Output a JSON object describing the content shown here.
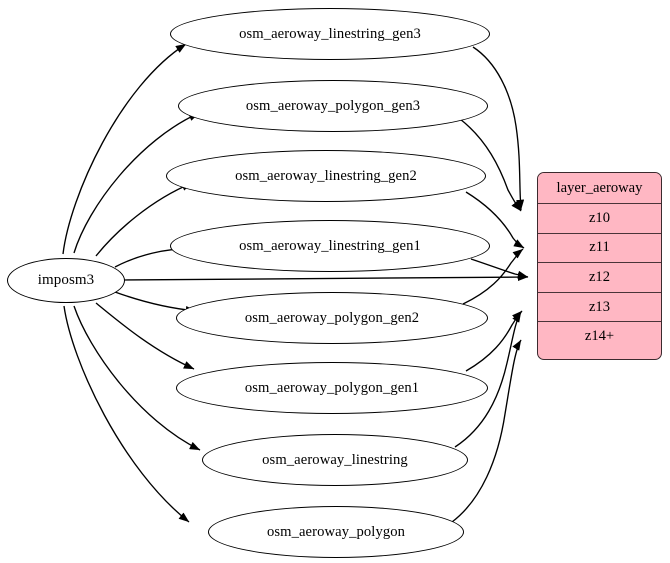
{
  "graph": {
    "title": "imposm3 aeroway layer dependency graph",
    "orientation": "left-to-right",
    "background": "#ffffff",
    "edge_color": "#000000",
    "node_fill": "#ffffff",
    "node_stroke": "#000000",
    "record_fill": "#ffb7c3",
    "record_stroke": "#3b2a2e"
  },
  "root": {
    "id": "imposm3",
    "label": "imposm3",
    "shape": "ellipse"
  },
  "tables": [
    {
      "id": "osm_aeroway_linestring_gen3",
      "label": "osm_aeroway_linestring_gen3",
      "shape": "ellipse"
    },
    {
      "id": "osm_aeroway_polygon_gen3",
      "label": "osm_aeroway_polygon_gen3",
      "shape": "ellipse"
    },
    {
      "id": "osm_aeroway_linestring_gen2",
      "label": "osm_aeroway_linestring_gen2",
      "shape": "ellipse"
    },
    {
      "id": "osm_aeroway_linestring_gen1",
      "label": "osm_aeroway_linestring_gen1",
      "shape": "ellipse"
    },
    {
      "id": "osm_aeroway_polygon_gen2",
      "label": "osm_aeroway_polygon_gen2",
      "shape": "ellipse"
    },
    {
      "id": "osm_aeroway_polygon_gen1",
      "label": "osm_aeroway_polygon_gen1",
      "shape": "ellipse"
    },
    {
      "id": "osm_aeroway_linestring",
      "label": "osm_aeroway_linestring",
      "shape": "ellipse"
    },
    {
      "id": "osm_aeroway_polygon",
      "label": "osm_aeroway_polygon",
      "shape": "ellipse"
    }
  ],
  "layer": {
    "id": "layer_aeroway",
    "header": "layer_aeroway",
    "shape": "record",
    "rows": [
      {
        "id": "z10",
        "label": "z10"
      },
      {
        "id": "z11",
        "label": "z11"
      },
      {
        "id": "z12",
        "label": "z12"
      },
      {
        "id": "z13",
        "label": "z13"
      },
      {
        "id": "z14",
        "label": "z14+"
      }
    ]
  },
  "edges": [
    {
      "from": "imposm3",
      "to": "osm_aeroway_linestring_gen3"
    },
    {
      "from": "imposm3",
      "to": "osm_aeroway_polygon_gen3"
    },
    {
      "from": "imposm3",
      "to": "osm_aeroway_linestring_gen2"
    },
    {
      "from": "imposm3",
      "to": "osm_aeroway_linestring_gen1"
    },
    {
      "from": "imposm3",
      "to": "osm_aeroway_polygon_gen2"
    },
    {
      "from": "imposm3",
      "to": "osm_aeroway_polygon_gen1"
    },
    {
      "from": "imposm3",
      "to": "osm_aeroway_linestring"
    },
    {
      "from": "imposm3",
      "to": "osm_aeroway_polygon"
    },
    {
      "from": "imposm3",
      "to": "layer_aeroway:z12"
    },
    {
      "from": "osm_aeroway_linestring_gen3",
      "to": "layer_aeroway:z10"
    },
    {
      "from": "osm_aeroway_polygon_gen3",
      "to": "layer_aeroway:z10"
    },
    {
      "from": "osm_aeroway_linestring_gen2",
      "to": "layer_aeroway:z11"
    },
    {
      "from": "osm_aeroway_linestring_gen1",
      "to": "layer_aeroway:z12"
    },
    {
      "from": "osm_aeroway_polygon_gen2",
      "to": "layer_aeroway:z11"
    },
    {
      "from": "osm_aeroway_polygon_gen1",
      "to": "layer_aeroway:z13"
    },
    {
      "from": "osm_aeroway_linestring",
      "to": "layer_aeroway:z13"
    },
    {
      "from": "osm_aeroway_polygon",
      "to": "layer_aeroway:z14"
    }
  ]
}
